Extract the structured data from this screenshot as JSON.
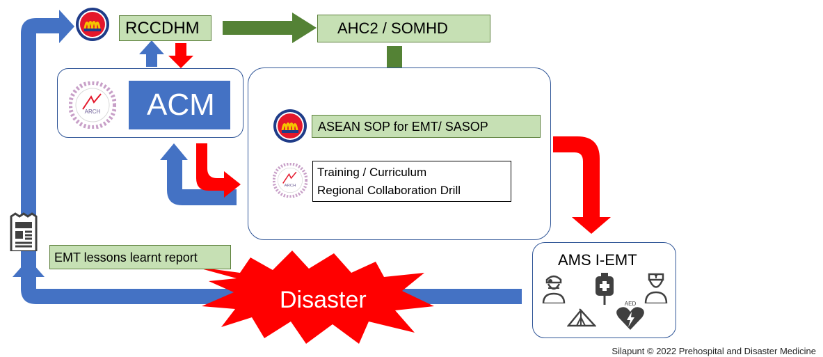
{
  "nodes": {
    "rccdhm": "RCCDHM",
    "ahc2": "AHC2 / SOMHD",
    "acm": "ACM",
    "asean_sop": "ASEAN SOP for EMT/ SASOP",
    "training_line1": "Training / Curriculum",
    "training_line2": "Regional Collaboration Drill",
    "ams": "AMS I-EMT",
    "lessons": "EMT lessons learnt report",
    "disaster": "Disaster",
    "aed": "AED",
    "arch": "ARCH"
  },
  "footer": {
    "credit": "Silapunt © 2022 Prehospital and Disaster Medicine"
  },
  "colors": {
    "blue_arrow": "#4472c4",
    "green_arrow": "#548235",
    "red_arrow": "#ff0000",
    "acm_box": "#4472c4",
    "green_label_fill": "#c6e0b4",
    "icon_gray": "#404040"
  },
  "icons": [
    "asean-emblem-icon",
    "arch-logo-icon",
    "report-icon",
    "doctor-icon",
    "iv-bag-icon",
    "nurse-icon",
    "tent-icon",
    "aed-heart-icon"
  ]
}
